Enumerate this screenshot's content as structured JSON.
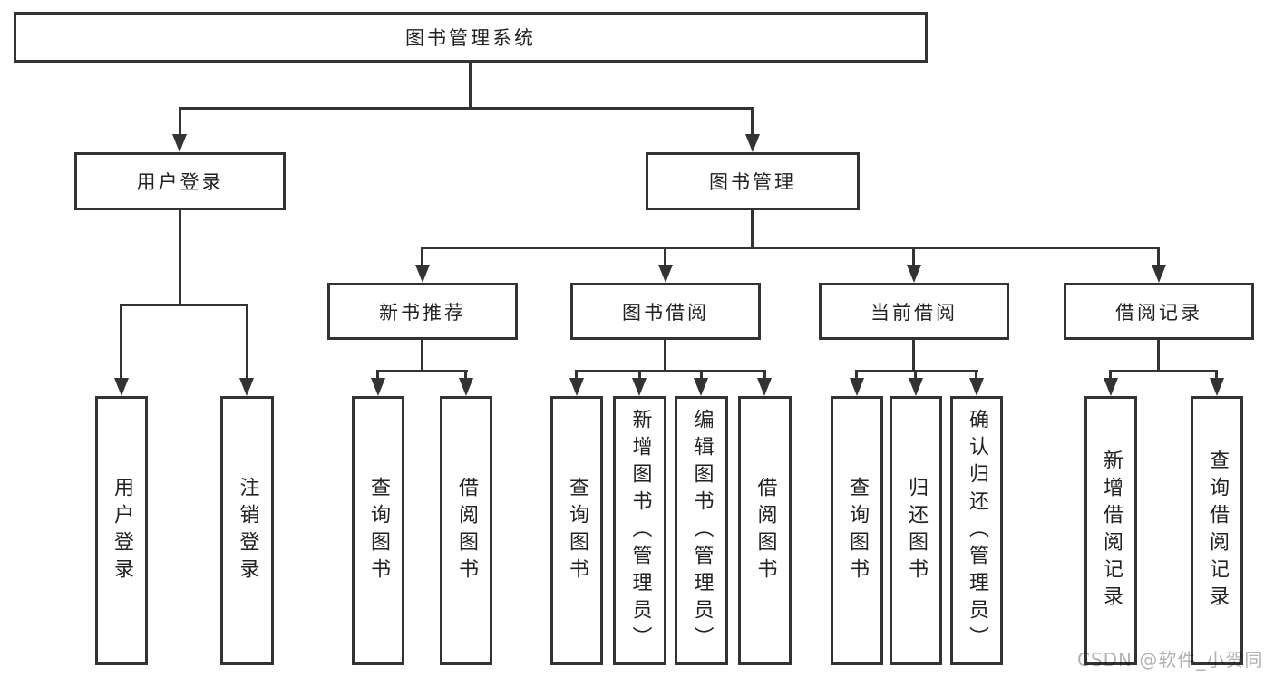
{
  "diagram": {
    "title": "图书管理系统",
    "level2": {
      "user_login": "用户登录",
      "book_management": "图书管理"
    },
    "level3": {
      "new_book_recommend": "新书推荐",
      "book_borrow": "图书借阅",
      "current_borrow": "当前借阅",
      "borrow_records": "借阅记录"
    },
    "leaves": {
      "user_login": [
        "用户登录",
        "注销登录"
      ],
      "new_book_recommend": [
        "查询图书",
        "借阅图书"
      ],
      "book_borrow": [
        "查询图书",
        "新增图书（管理员）",
        "编辑图书（管理员）",
        "借阅图书"
      ],
      "current_borrow": [
        "查询图书",
        "归还图书",
        "确认归还（管理员）"
      ],
      "borrow_records": [
        "新增借阅记录",
        "查询借阅记录"
      ]
    },
    "watermark": "CSDN @软件_小贺同学",
    "colors": {
      "line": "#333333",
      "text": "#222222",
      "background": "#ffffff",
      "watermark": "#b2b2b2"
    }
  }
}
